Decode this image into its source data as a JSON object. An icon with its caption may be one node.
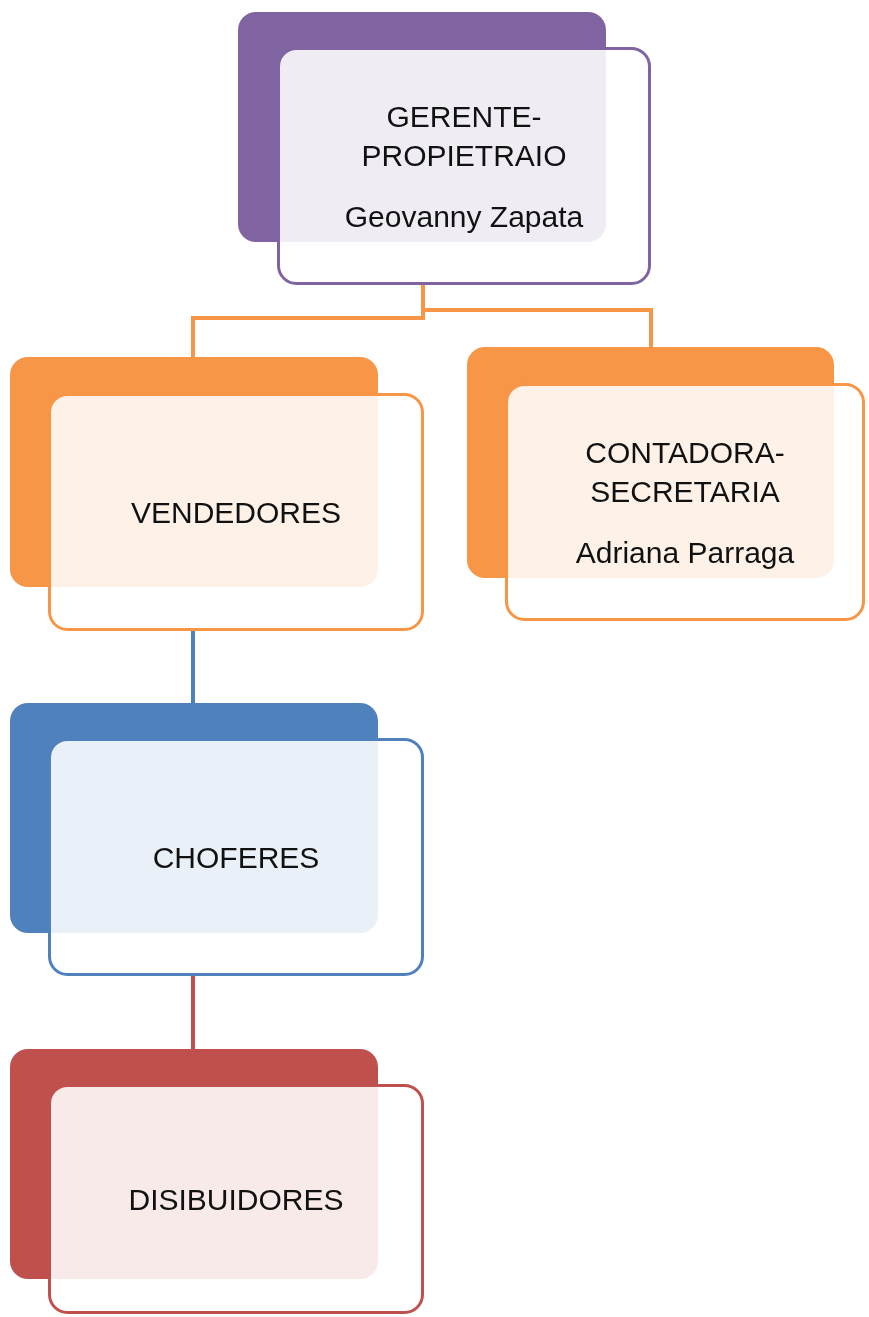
{
  "diagram": {
    "nodes": [
      {
        "text": [
          "GERENTE- PROPIETRAIO",
          "Geovanny Zapata"
        ]
      },
      {
        "text": [
          "VENDEDORES"
        ]
      },
      {
        "text": [
          "CONTADORA- SECRETARIA",
          "Adriana Parraga"
        ]
      },
      {
        "text": [
          "CHOFERES"
        ]
      },
      {
        "text": [
          "DISIBUIDORES"
        ]
      }
    ],
    "edges": [
      {
        "from": 0,
        "to": 1,
        "arrow": "none"
      },
      {
        "from": 0,
        "to": 2,
        "arrow": "none"
      },
      {
        "from": 1,
        "to": 3,
        "arrow": "none",
        "color": "#4f81bd"
      },
      {
        "from": 3,
        "to": 4,
        "arrow": "none",
        "color": "#c0504d"
      }
    ]
  }
}
